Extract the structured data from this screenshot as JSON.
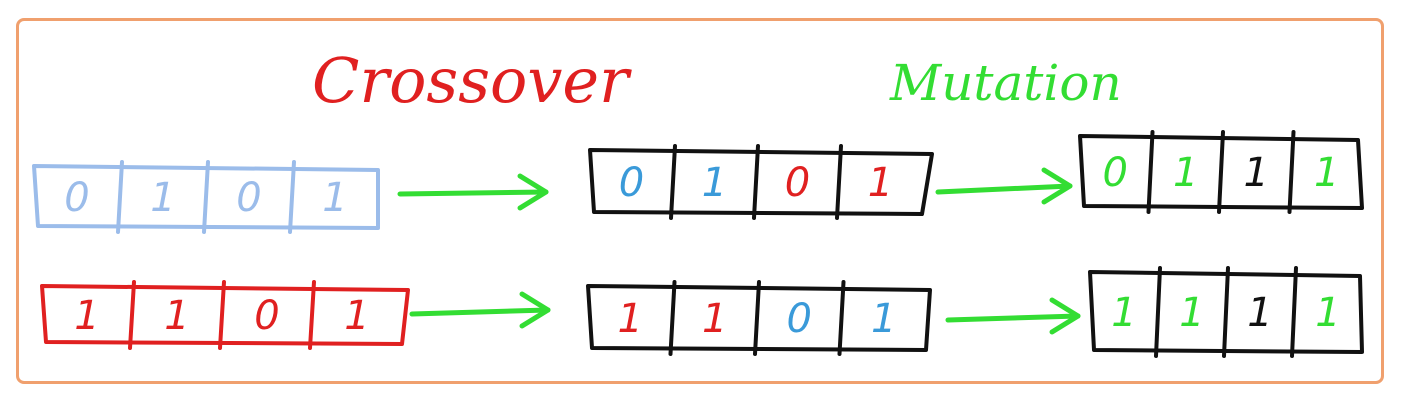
{
  "colors": {
    "frame": "#f0a06e",
    "blue": "#9bbcea",
    "blue_digit": "#3a9ad9",
    "red": "#e02020",
    "green": "#33dd33",
    "black": "#111111"
  },
  "titles": {
    "crossover": "Crossover",
    "mutation": "Mutation"
  },
  "rows": [
    {
      "parent": {
        "digits": [
          "0",
          "1",
          "0",
          "1"
        ],
        "color": "blue"
      },
      "child": {
        "digits": [
          "0",
          "1",
          "0",
          "1"
        ],
        "digit_colors": [
          "blue_digit",
          "blue_digit",
          "red",
          "red"
        ]
      },
      "mutated": {
        "digits": [
          "0",
          "1",
          "1",
          "1"
        ],
        "digit_colors": [
          "green",
          "green",
          "black",
          "green"
        ]
      }
    },
    {
      "parent": {
        "digits": [
          "1",
          "1",
          "0",
          "1"
        ],
        "color": "red"
      },
      "child": {
        "digits": [
          "1",
          "1",
          "0",
          "1"
        ],
        "digit_colors": [
          "red",
          "red",
          "blue_digit",
          "blue_digit"
        ]
      },
      "mutated": {
        "digits": [
          "1",
          "1",
          "1",
          "1"
        ],
        "digit_colors": [
          "green",
          "green",
          "black",
          "green"
        ]
      }
    }
  ]
}
